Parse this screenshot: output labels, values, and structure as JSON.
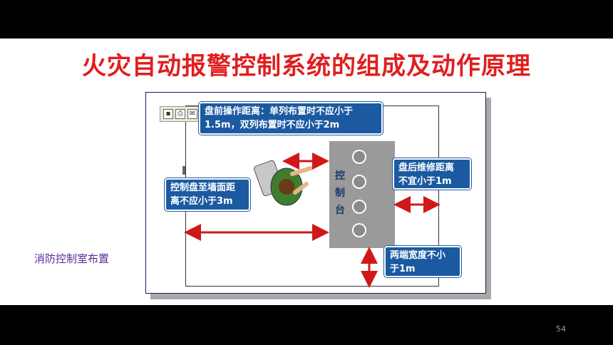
{
  "slide": {
    "title": "火灾自动报警控制系统的组成及动作原理",
    "caption": "消防控制室布置",
    "page_number": "54"
  },
  "diagram": {
    "console_label": [
      "控",
      "制",
      "台"
    ],
    "callouts": {
      "front_distance": [
        "盘前操作距离：单列布置时不应小于",
        "1.5m，双列布置时不应小于2m"
      ],
      "rear_distance": [
        "盘后维修距离",
        "不宜小于1m"
      ],
      "wall_distance": [
        "控制盘至墙面距",
        "离不应小于3m"
      ],
      "end_width": [
        "两端宽度不小",
        "于1m"
      ]
    },
    "toolbar_icons": [
      "save-icon",
      "print-icon",
      "mail-icon",
      "folder-icon"
    ],
    "colors": {
      "arrow": "#d01818",
      "callout": "#1b5aa0",
      "console": "#9a9a9a",
      "title": "#e01e1e"
    }
  }
}
